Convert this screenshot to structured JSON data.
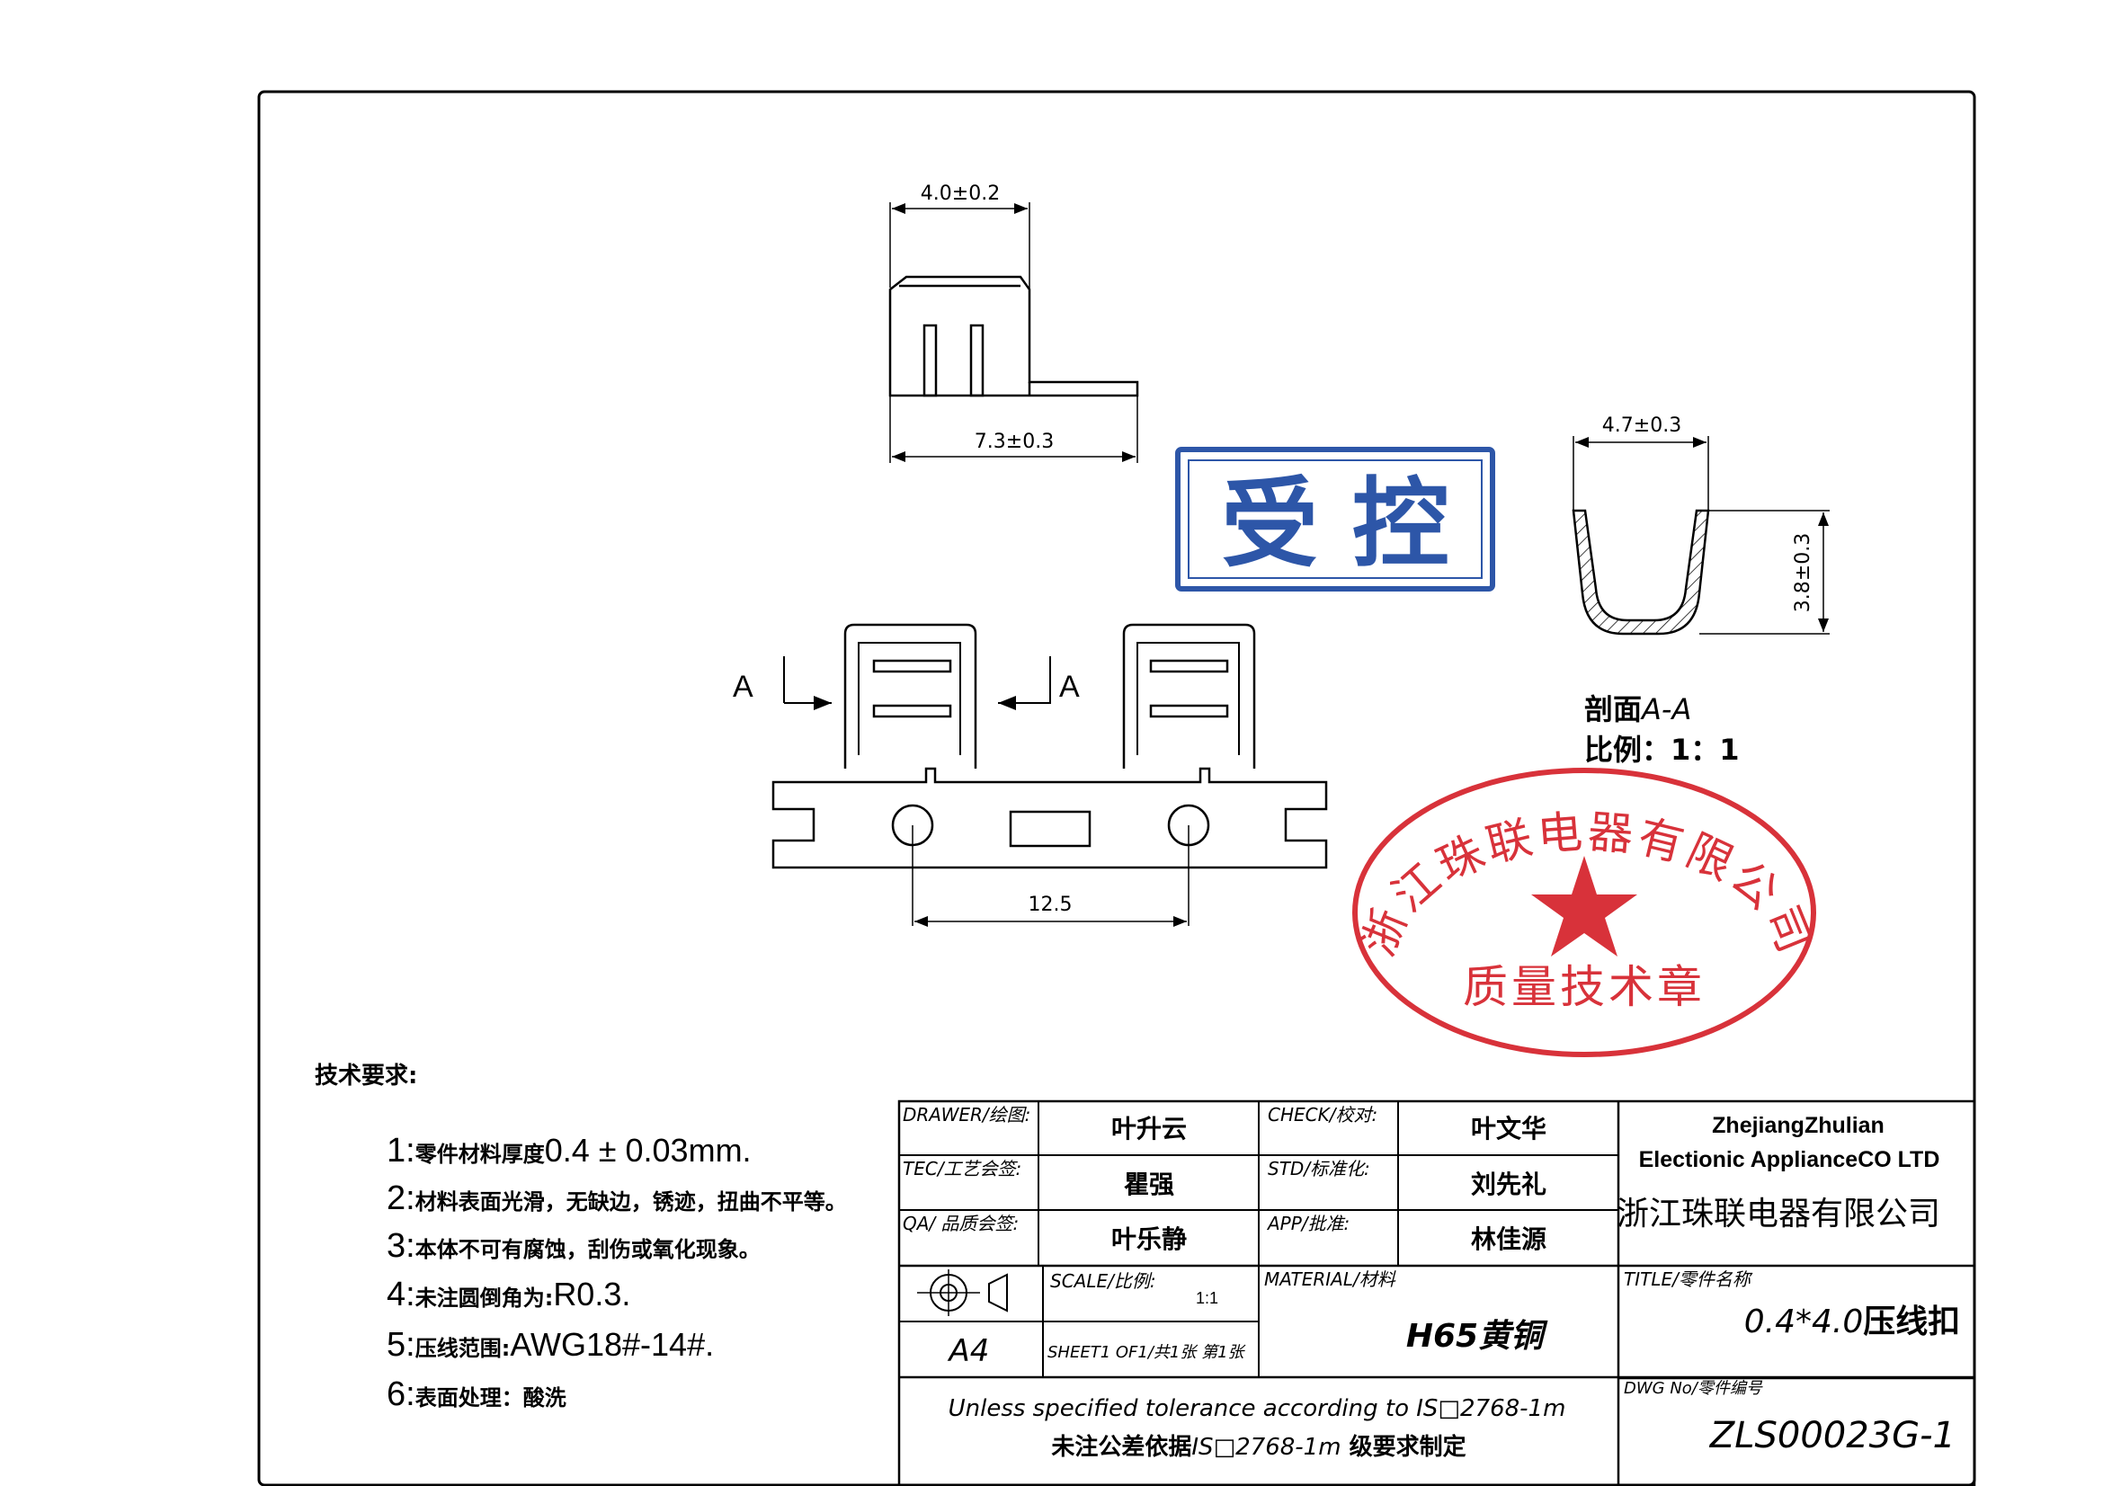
{
  "dimensions": {
    "top_width": "4.0±0.2",
    "top_length": "7.3±0.3",
    "section_width": "4.7±0.3",
    "section_height": "3.8±0.3",
    "pitch": "12.5",
    "section_mark_left": "A",
    "section_mark_right": "A"
  },
  "section_label": {
    "title": "剖面",
    "name": "A-A",
    "scale": "比例：1：1"
  },
  "stamps": {
    "control": "受 控",
    "company_seal": "浙江珠联电器有限公司",
    "seal_text": "质量技术章",
    "colors": {
      "control": "#2d56a8",
      "seal": "#d8323a"
    }
  },
  "tech_requirements": {
    "heading": "技术要求:",
    "items": [
      {
        "num": "1:",
        "text": "零件材料厚度",
        "value": "0.4 ± 0.03mm."
      },
      {
        "num": "2:",
        "text": "材料表面光滑，无缺边，锈迹，扭曲不平等。",
        "value": ""
      },
      {
        "num": "3:",
        "text": "本体不可有腐蚀，刮伤或氧化现象。",
        "value": ""
      },
      {
        "num": "4:",
        "text": "未注圆倒角为:",
        "value": "R0.3."
      },
      {
        "num": "5:",
        "text": "压线范围:",
        "value": "AWG18#-14#."
      },
      {
        "num": "6:",
        "text": "表面处理：酸洗",
        "value": ""
      }
    ]
  },
  "title_block": {
    "drawer_label": "DRAWER/绘图:",
    "drawer": "叶升云",
    "check_label": "CHECK/校对:",
    "check": "叶文华",
    "tec_label": "TEC/工艺会签:",
    "tec": "瞿强",
    "std_label": "STD/标准化:",
    "std": "刘先礼",
    "qa_label": "QA/  品质会签:",
    "qa": "叶乐静",
    "app_label": "APP/批准:",
    "app": "林佳源",
    "scale_label": "SCALE/比例:",
    "scale": "1:1",
    "paper_size": "A4",
    "sheet": "SHEET1 OF1/共1张 第1张",
    "material_label": "MATERIAL/材料",
    "material": "H65黄铜",
    "title_label": "TITLE/零件名称",
    "part_prefix": "0.4*4.0",
    "part_name": "压线扣",
    "dwg_label": "DWG No/零件编号",
    "dwg_no": "ZLS00023G-1",
    "company_en_1": "ZhejiangZhulian",
    "company_en_2": "Electionic ApplianceCO LTD",
    "company_cn": "浙江珠联电器有限公司",
    "tolerance_en": "Unless specified tolerance according to IS□2768-1m",
    "tolerance_cn_1": "未注公差依据",
    "tolerance_cn_2": "IS□2768-1m",
    "tolerance_cn_3": " 级要求制定"
  }
}
